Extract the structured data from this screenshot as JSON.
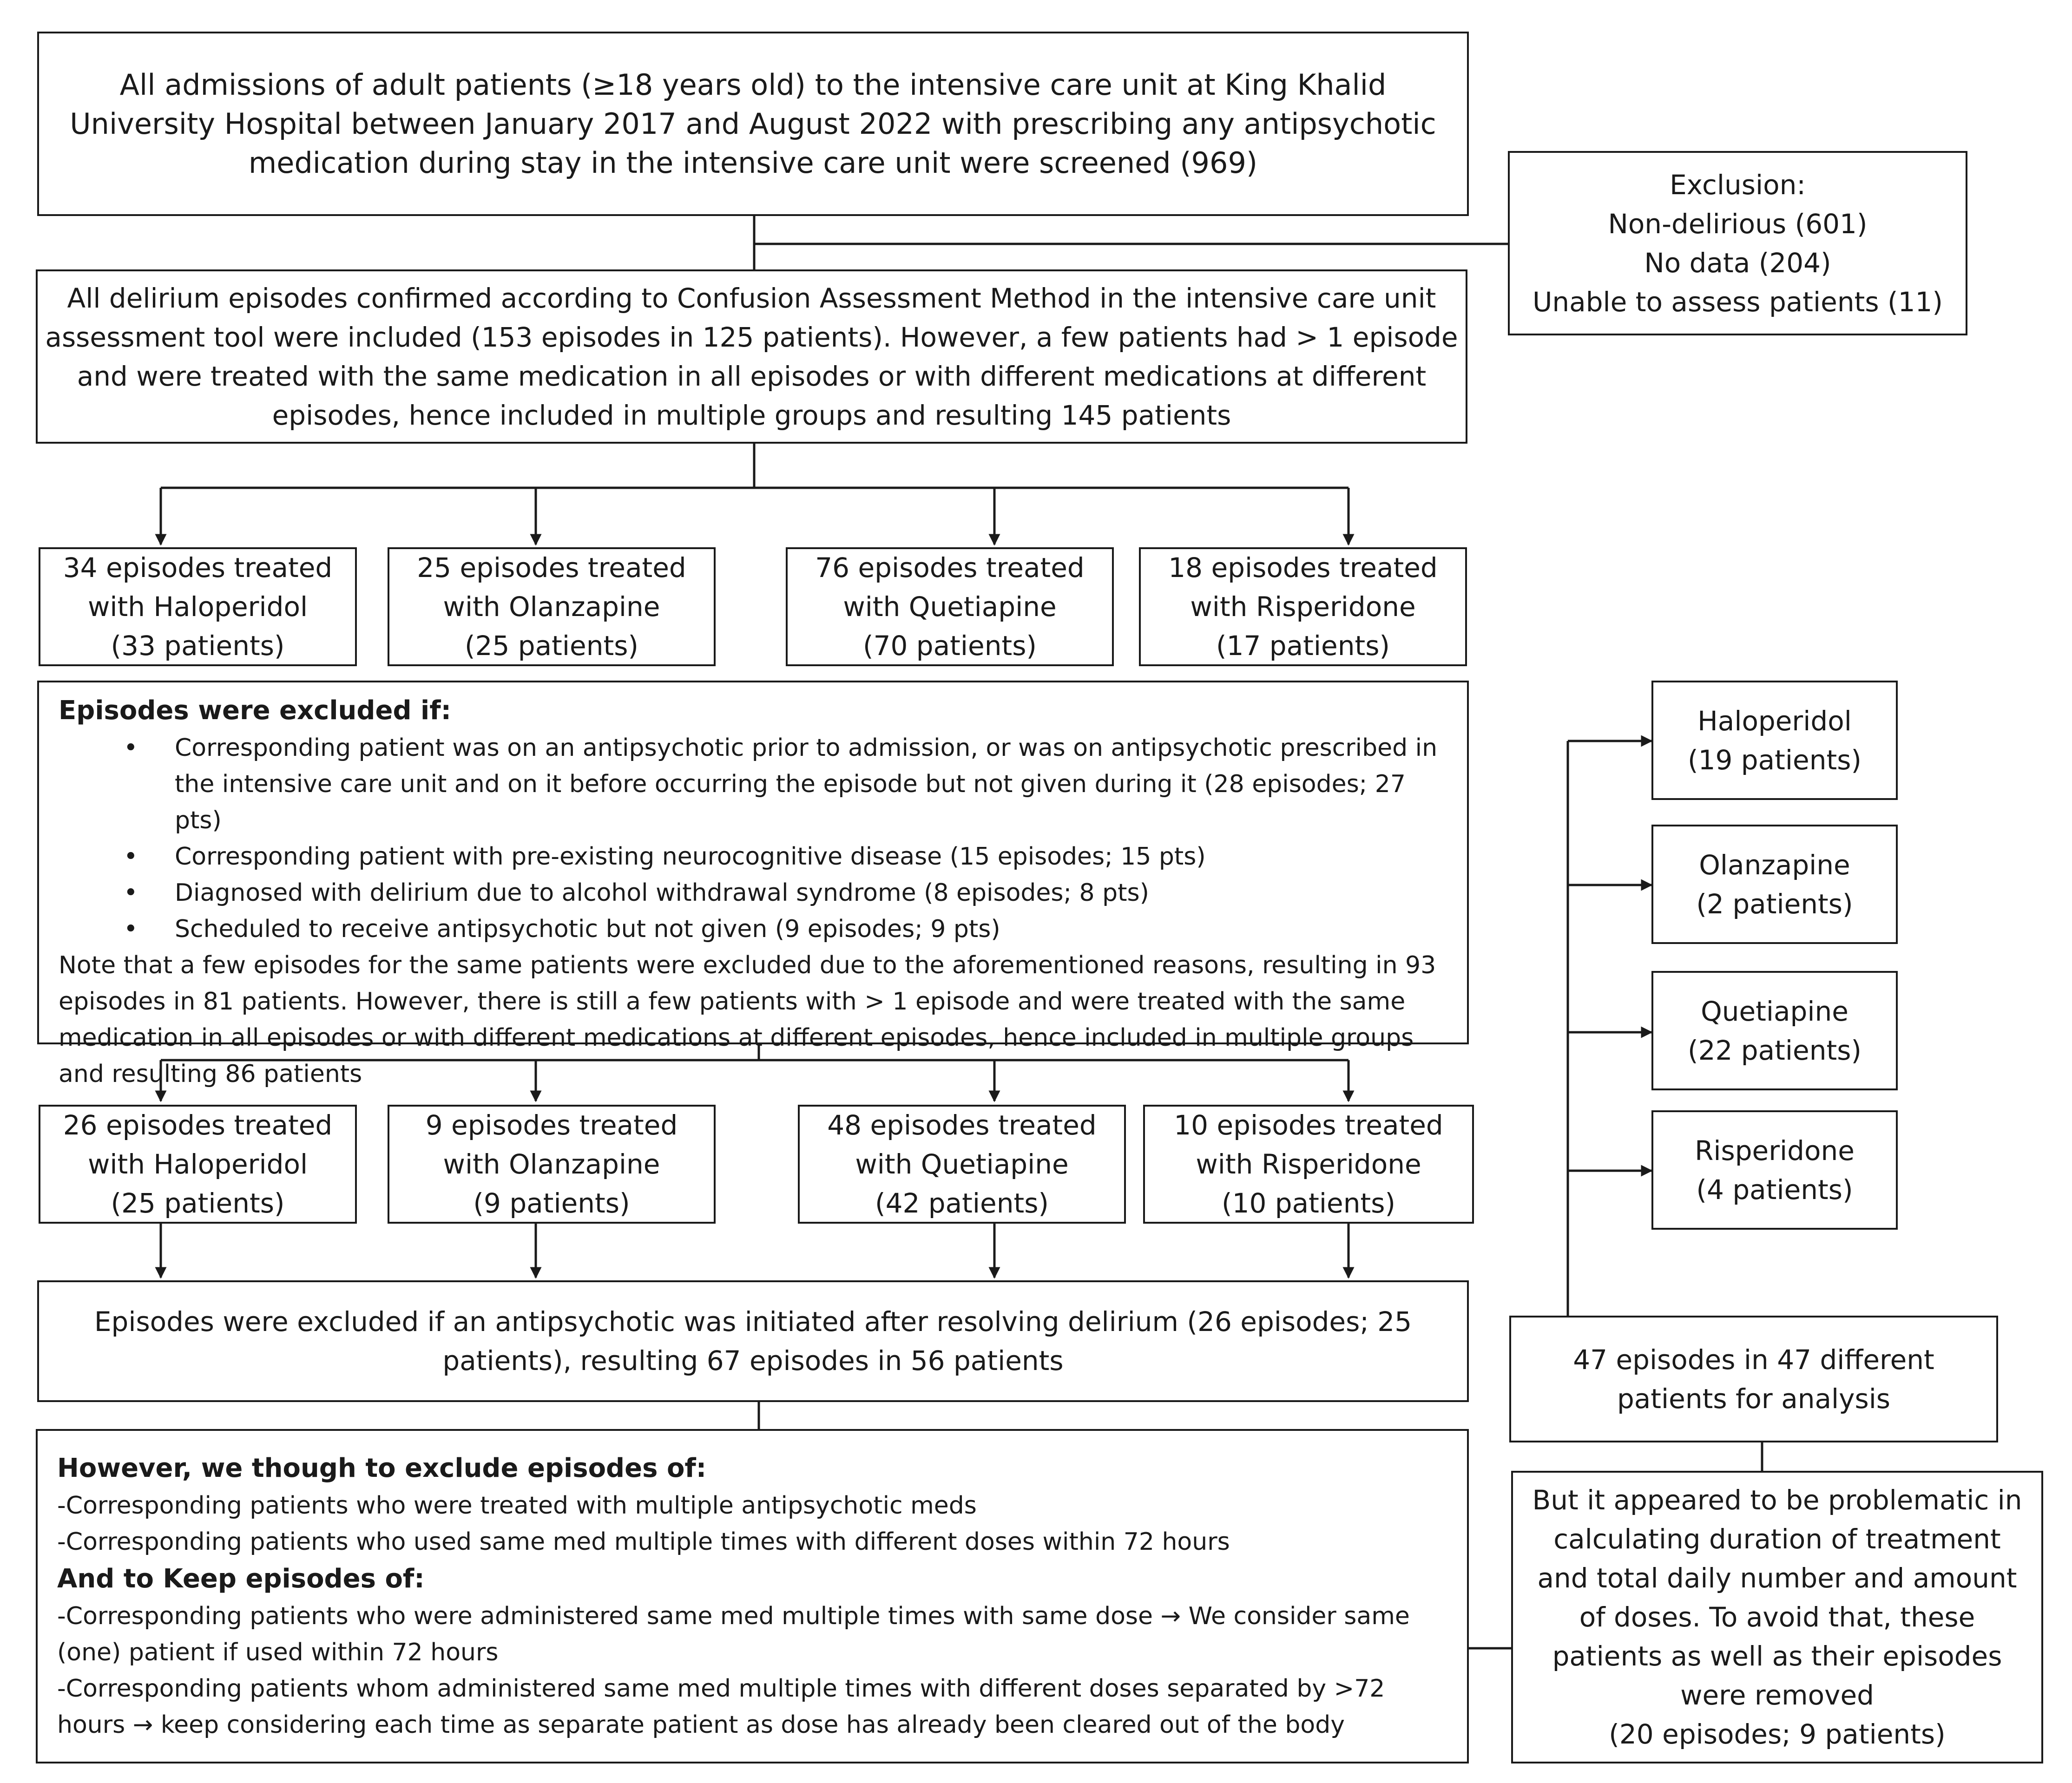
{
  "screening": {
    "line1": "All admissions of adult patients (≥18 years old) to the intensive care unit at King Khalid",
    "line2": "University Hospital between January 2017 and August 2022 with prescribing any antipsychotic",
    "line3": "medication during stay in the intensive care unit were screened (969)"
  },
  "exclusion_box": {
    "title": "Exclusion:",
    "items": [
      "Non-delirious (601)",
      "No data (204)",
      "Unable to assess patients (11)"
    ]
  },
  "included": {
    "line1": "All delirium episodes confirmed according to Confusion Assessment Method in the intensive care unit",
    "line2": "assessment tool were included (153 episodes in 125 patients). However, a few patients had > 1 episode",
    "line3": "and were treated with the same medication in all episodes or with different medications at different",
    "line4": "episodes, hence included in multiple groups and resulting 145 patients"
  },
  "groups1": [
    {
      "line1": "34 episodes treated",
      "line2": "with Haloperidol",
      "line3": "(33 patients)"
    },
    {
      "line1": "25 episodes treated",
      "line2": "with Olanzapine",
      "line3": "(25 patients)"
    },
    {
      "line1": "76 episodes treated",
      "line2": "with Quetiapine",
      "line3": "(70 patients)"
    },
    {
      "line1": "18 episodes treated",
      "line2": "with Risperidone",
      "line3": "(17 patients)"
    }
  ],
  "excluded_if": {
    "title": "Episodes were excluded if:",
    "bullets": [
      "Corresponding patient was on an antipsychotic prior to admission, or was on antipsychotic prescribed in the intensive care unit and on it before occurring the episode but not given during it (28 episodes; 27 pts)",
      "Corresponding patient with pre-existing neurocognitive disease (15 episodes; 15 pts)",
      "Diagnosed with delirium due to alcohol withdrawal syndrome (8 episodes; 8 pts)",
      "Scheduled to receive antipsychotic but not given (9 episodes; 9 pts)"
    ],
    "note": "Note that a few episodes for the same patients were excluded due to the aforementioned reasons, resulting in 93 episodes in 81 patients. However, there is still a few patients with > 1 episode and were treated with the same medication in all episodes or with different medications at different episodes, hence included in multiple groups and resulting 86 patients"
  },
  "groups2": [
    {
      "line1": "26 episodes treated",
      "line2": "with Haloperidol",
      "line3": "(25 patients)"
    },
    {
      "line1": "9 episodes treated",
      "line2": "with Olanzapine",
      "line3": "(9 patients)"
    },
    {
      "line1": "48 episodes treated",
      "line2": "with Quetiapine",
      "line3": "(42 patients)"
    },
    {
      "line1": "10 episodes treated",
      "line2": "with Risperidone",
      "line3": "(10 patients)"
    }
  ],
  "initiated_after": {
    "line1": "Episodes were excluded if an antipsychotic was initiated after resolving delirium (26 episodes; 25",
    "line2": "patients), resulting 67 episodes in 56 patients"
  },
  "however": {
    "title1": "However, we though to exclude episodes of:",
    "ex1": "-Corresponding patients who were treated with multiple antipsychotic meds",
    "ex2": "-Corresponding patients who used same med multiple times with different doses within 72 hours",
    "title2": "And to Keep episodes of:",
    "keep1": "-Corresponding patients who were administered same med multiple times with same dose → We consider same (one) patient if used within 72 hours",
    "keep2": "-Corresponding patients whom administered same med multiple times with different doses separated by >72 hours → keep considering each time as separate patient as dose has already been cleared out of the body"
  },
  "final_groups": [
    {
      "name": "Haloperidol",
      "count": "(19 patients)"
    },
    {
      "name": "Olanzapine",
      "count": "(2 patients)"
    },
    {
      "name": "Quetiapine",
      "count": "(22 patients)"
    },
    {
      "name": "Risperidone",
      "count": "(4 patients)"
    }
  ],
  "analysis": {
    "line1": "47 episodes in 47 different",
    "line2": "patients for analysis"
  },
  "problematic": {
    "line1": "But it appeared to be problematic in",
    "line2": "calculating duration of treatment",
    "line3": "and total daily number and amount",
    "line4": "of doses. To avoid that, these",
    "line5": "patients as well as their episodes",
    "line6": "were removed",
    "line7": "(20 episodes; 9 patients)"
  }
}
